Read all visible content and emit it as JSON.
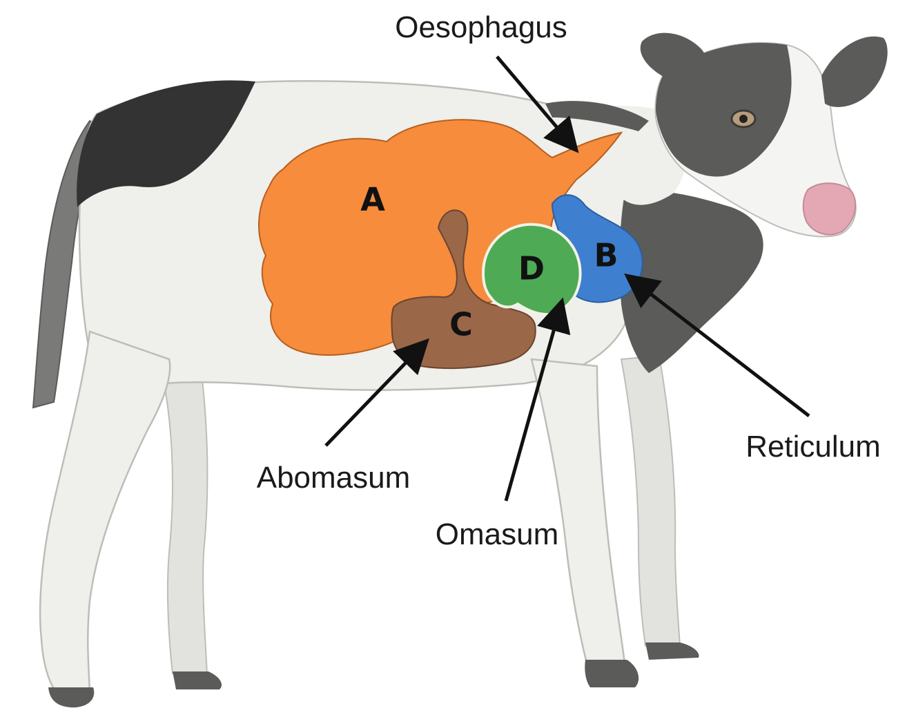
{
  "diagram": {
    "regions": [
      {
        "letter": "A",
        "color": "#f68c3c"
      },
      {
        "letter": "B",
        "color": "#3f7fcf"
      },
      {
        "letter": "C",
        "color": "#9a6748"
      },
      {
        "letter": "D",
        "color": "#4faa55"
      }
    ],
    "callouts": [
      {
        "label": "Oesophagus"
      },
      {
        "label": "Reticulum"
      },
      {
        "label": "Abomasum"
      },
      {
        "label": "Omasum"
      }
    ],
    "colors": {
      "body": "#efefec",
      "patch": "#5b5b59",
      "outline": "#bdbdb8",
      "nose": "#e3a8b4",
      "arrow": "#111111"
    }
  }
}
